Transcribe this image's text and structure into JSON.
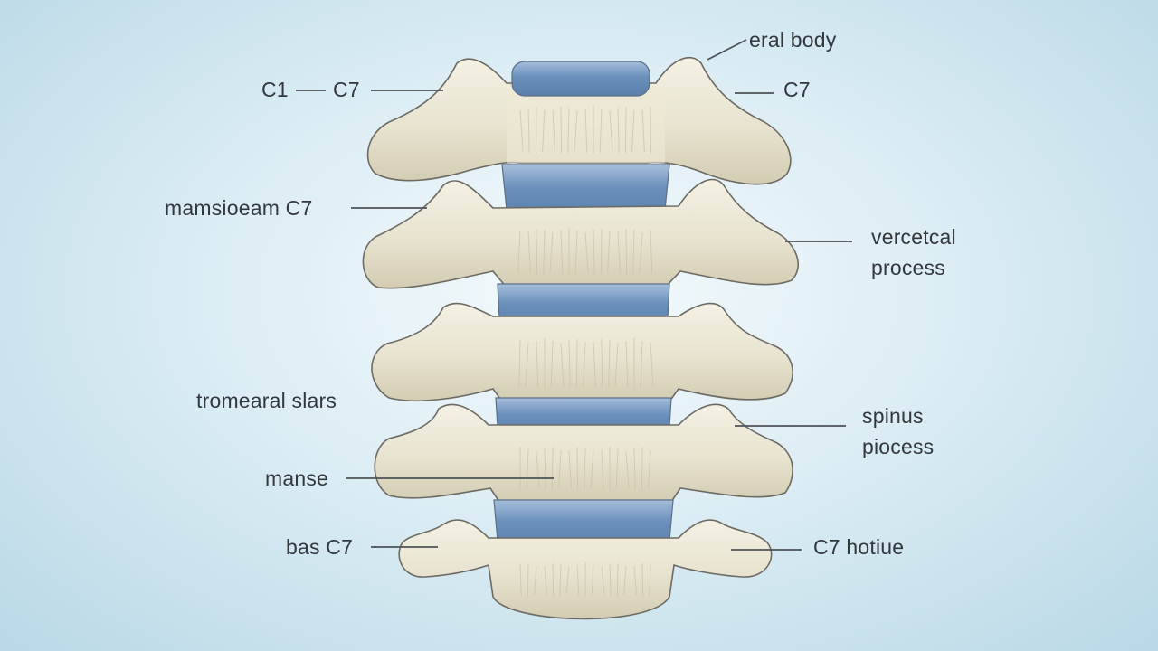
{
  "labels": {
    "top_left_c1": "C1",
    "top_left_c7": "C7",
    "top_right_body": "eral body",
    "top_right_c7": "C7",
    "mid_left_upper": "mamsioeam C7",
    "mid_right_upper_line1": "vercetcal",
    "mid_right_upper_line2": "process",
    "mid_left_lower": "tromeаral slars",
    "mid_right_lower_line1": "spinus",
    "mid_right_lower_line2": "piocess",
    "lower_left": "manse",
    "bottom_left": "bas C7",
    "bottom_right": "C7 hotiue"
  },
  "colors": {
    "bone_fill": "#ebe6d4",
    "bone_shade": "#cdc6ad",
    "bone_outline": "#6c6a63",
    "disc_fill": "#6e93bd",
    "disc_light": "#a9c1dc",
    "leader_line": "#4d5257",
    "label_text": "#33383d"
  }
}
